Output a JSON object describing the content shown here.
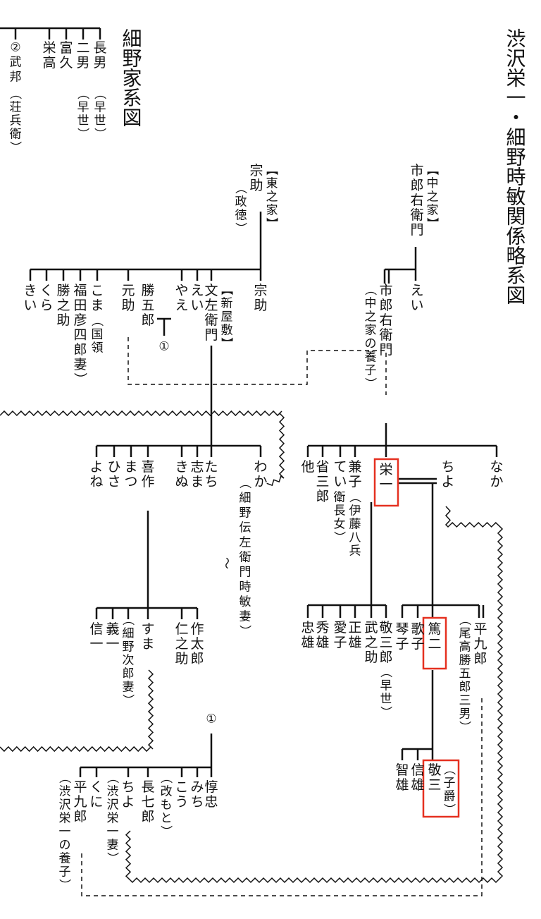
{
  "title": "渋沢栄一・細野時敏関係略系図",
  "hosono_title": "細野家系図",
  "colors": {
    "line": "#111111",
    "highlight": "#e53020"
  },
  "houses": {
    "higashi": "【東之家】",
    "naka": "【中之家】",
    "shinyashiki": "【新屋敷】"
  },
  "people": {
    "chonan": "長男",
    "chonan_note": "（早世）",
    "jinan": "二男",
    "jinan_note": "（早世）",
    "tomihisa": "富久",
    "eiko": "栄高",
    "takekuni": "②武邦",
    "takekuni_note": "（荘兵衛）",
    "munesuke_top": "宗助",
    "munesuke_top_note": "（政徳）",
    "ichiroemon_top": "市郎右衛門",
    "munesuke": "宗助",
    "bunzaemon": "文左衛門",
    "ei_h": "えい",
    "yae": "やえ",
    "katsugoro": "勝五郎",
    "mark1": "①",
    "motosuke": "元助",
    "koma": "こま",
    "koma_note": "（国領",
    "fukuda": "福田彦四郎妻）",
    "katsunosuke": "勝之助",
    "kura": "くら",
    "kii": "きい",
    "ei_n": "えい",
    "ichiroemon": "市郎右衛門",
    "ichiroemon_note": "（中之家の養子）",
    "waka": "わか",
    "waka_note": "（細野伝左衛門時敏妻）",
    "tachi": "たち",
    "shima": "志ま",
    "kinu": "きぬ",
    "kisaku": "喜作",
    "matsu": "まつ",
    "hisa": "ひさ",
    "yone": "よね",
    "naka": "なか",
    "chiyo": "ちよ",
    "eiichi": "栄一",
    "kaneko": "兼子",
    "kaneko_note": "（伊藤八兵衛長女）",
    "tei": "てい",
    "shozaburo": "省三郎",
    "hoka": "他",
    "sakutaro": "作太郎",
    "ninnosuke": "仁之助",
    "suma": "すま",
    "suma_note": "（細野次郎妻）",
    "giichi": "義一",
    "shinichi": "信一",
    "heikuro": "平九郎",
    "heikuro_note": "（尾高勝五郎三男）",
    "tokuji": "篤二",
    "utako": "歌子",
    "kotoko": "琴子",
    "keizaburo": "敬三郎",
    "keizaburo_note": "（早世）",
    "takenosuke": "武之助",
    "masao": "正雄",
    "aiko": "愛子",
    "hideo": "秀雄",
    "tadao": "忠雄",
    "keizo": "敬三",
    "keizo_note": "（子爵）",
    "nobuo": "信雄",
    "tomoo": "智雄",
    "atsutada": "惇忠",
    "michi": "みち",
    "kou": "こう",
    "kou_note": "（改もと）",
    "chohichiro": "長七郎",
    "chiyo2": "ちよ",
    "chiyo2_note": "（渋沢栄一妻）",
    "kuni": "くに",
    "heikuro2": "平九郎",
    "heikuro2_note": "（渋沢栄一の養子）",
    "tilde": "～"
  }
}
